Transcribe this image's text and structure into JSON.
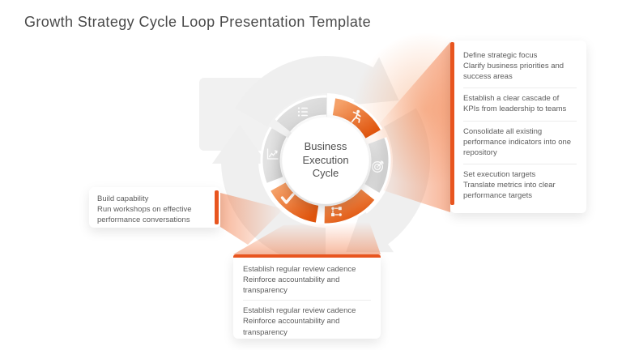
{
  "slide": {
    "title": "Growth Strategy Cycle Loop Presentation Template"
  },
  "colors": {
    "accent": "#E8551F",
    "segment_orange_light": "#F5A169",
    "segment_orange_dark": "#E0540C",
    "segment_gray": "#D9D9D9",
    "background_arrow_gray": "#EFEFEF",
    "text": "#5C5C5C"
  },
  "diagram": {
    "center_label": "Business Execution Cycle",
    "segments": [
      {
        "id": "tasks",
        "icon": "task-list-icon",
        "style": "gray"
      },
      {
        "id": "runner",
        "icon": "running-person-icon",
        "style": "orange"
      },
      {
        "id": "target",
        "icon": "target-icon",
        "style": "gray"
      },
      {
        "id": "workflow",
        "icon": "workflow-icon",
        "style": "orange"
      },
      {
        "id": "check",
        "icon": "checkmark-icon",
        "style": "orange"
      },
      {
        "id": "chart",
        "icon": "line-chart-icon",
        "style": "gray"
      }
    ]
  },
  "left_card": {
    "lines": [
      "Build capability",
      "Run workshops on effective performance conversations"
    ]
  },
  "bottom_card": {
    "items": [
      {
        "lines": [
          "Establish regular review cadence",
          "Reinforce accountability and transparency"
        ]
      },
      {
        "lines": [
          "Establish regular review cadence",
          "Reinforce accountability and transparency"
        ]
      }
    ]
  },
  "right_card": {
    "items": [
      {
        "lines": [
          "Define strategic focus",
          "Clarify business priorities and success areas"
        ]
      },
      {
        "lines": [
          "Establish a clear cascade of KPIs from leadership to teams"
        ]
      },
      {
        "lines": [
          "Consolidate all existing performance indicators into one repository"
        ]
      },
      {
        "lines": [
          "Set execution targets",
          "Translate metrics into clear performance targets"
        ]
      }
    ]
  }
}
